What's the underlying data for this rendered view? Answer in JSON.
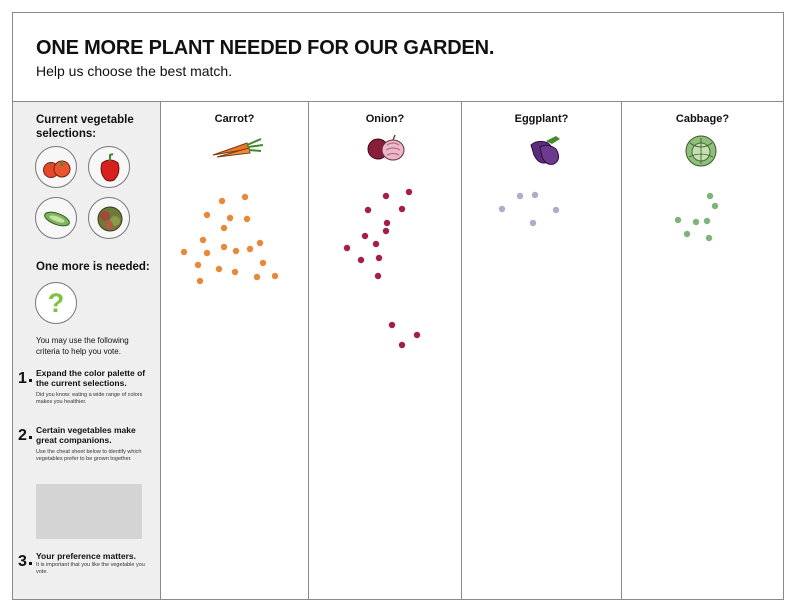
{
  "header": {
    "title": "ONE MORE PLANT NEEDED FOR OUR GARDEN.",
    "subtitle": "Help us choose the best match."
  },
  "sidebar": {
    "current_label": "Current vegetable selections:",
    "current_selections": [
      {
        "icon": "tomato-icon"
      },
      {
        "icon": "pepper-icon"
      },
      {
        "icon": "cucumber-icon"
      },
      {
        "icon": "lettuce-icon"
      }
    ],
    "needed_label": "One more is needed:",
    "question_mark": "?",
    "criteria_intro": "You may use the following criteria to help you vote.",
    "criteria": [
      {
        "number": "1",
        "title": "Expand the color palette of the current selections.",
        "note": "Did you know: eating a wide range of colors makes you healthier."
      },
      {
        "number": "2",
        "title": "Certain vegetables make great companions.",
        "note": "Use the cheat sheet below to identify which vegetables prefer to be grown together."
      },
      {
        "number": "3",
        "title": "Your preference matters.",
        "note": "It is important that you like the vegetable you vote."
      }
    ]
  },
  "options": [
    {
      "label": "Carrot?",
      "icon": "carrot-icon",
      "dot_color": "#e8893a",
      "votes": 20
    },
    {
      "label": "Onion?",
      "icon": "onion-icon",
      "dot_color": "#a51e45",
      "votes": 15
    },
    {
      "label": "Eggplant?",
      "icon": "eggplant-icon",
      "dot_color": "#b3a9cc",
      "votes": 5
    },
    {
      "label": "Cabbage?",
      "icon": "cabbage-icon",
      "dot_color": "#7fb37c",
      "votes": 7
    }
  ]
}
